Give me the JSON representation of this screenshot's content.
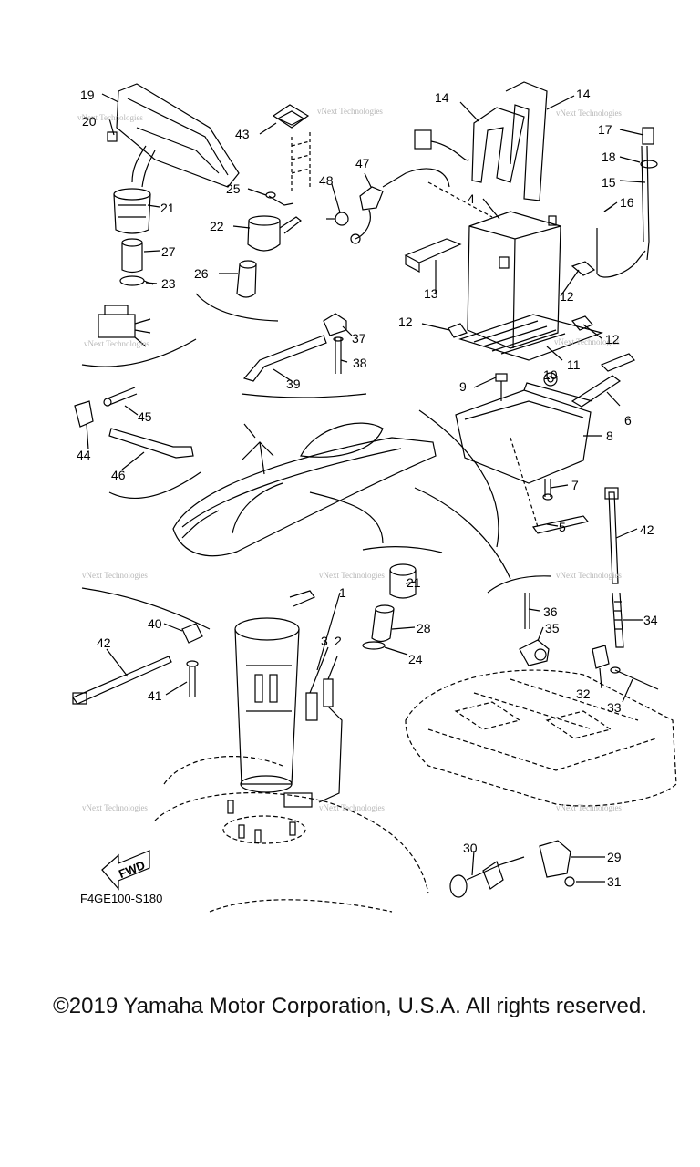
{
  "diagram": {
    "diagram_code": "F4GE100-S180",
    "direction_label": "FWD",
    "watermark": "vNext Technologies",
    "callouts": [
      "1",
      "2",
      "3",
      "4",
      "5",
      "6",
      "7",
      "8",
      "9",
      "10",
      "11",
      "12",
      "13",
      "14",
      "15",
      "16",
      "17",
      "18",
      "19",
      "20",
      "21",
      "22",
      "23",
      "24",
      "25",
      "26",
      "27",
      "28",
      "29",
      "30",
      "31",
      "32",
      "33",
      "34",
      "35",
      "36",
      "37",
      "38",
      "39",
      "40",
      "41",
      "42",
      "43",
      "44",
      "45",
      "46",
      "47",
      "48"
    ]
  },
  "footer": {
    "copyright": "©2019 Yamaha Motor Corporation, U.S.A. All rights reserved."
  }
}
